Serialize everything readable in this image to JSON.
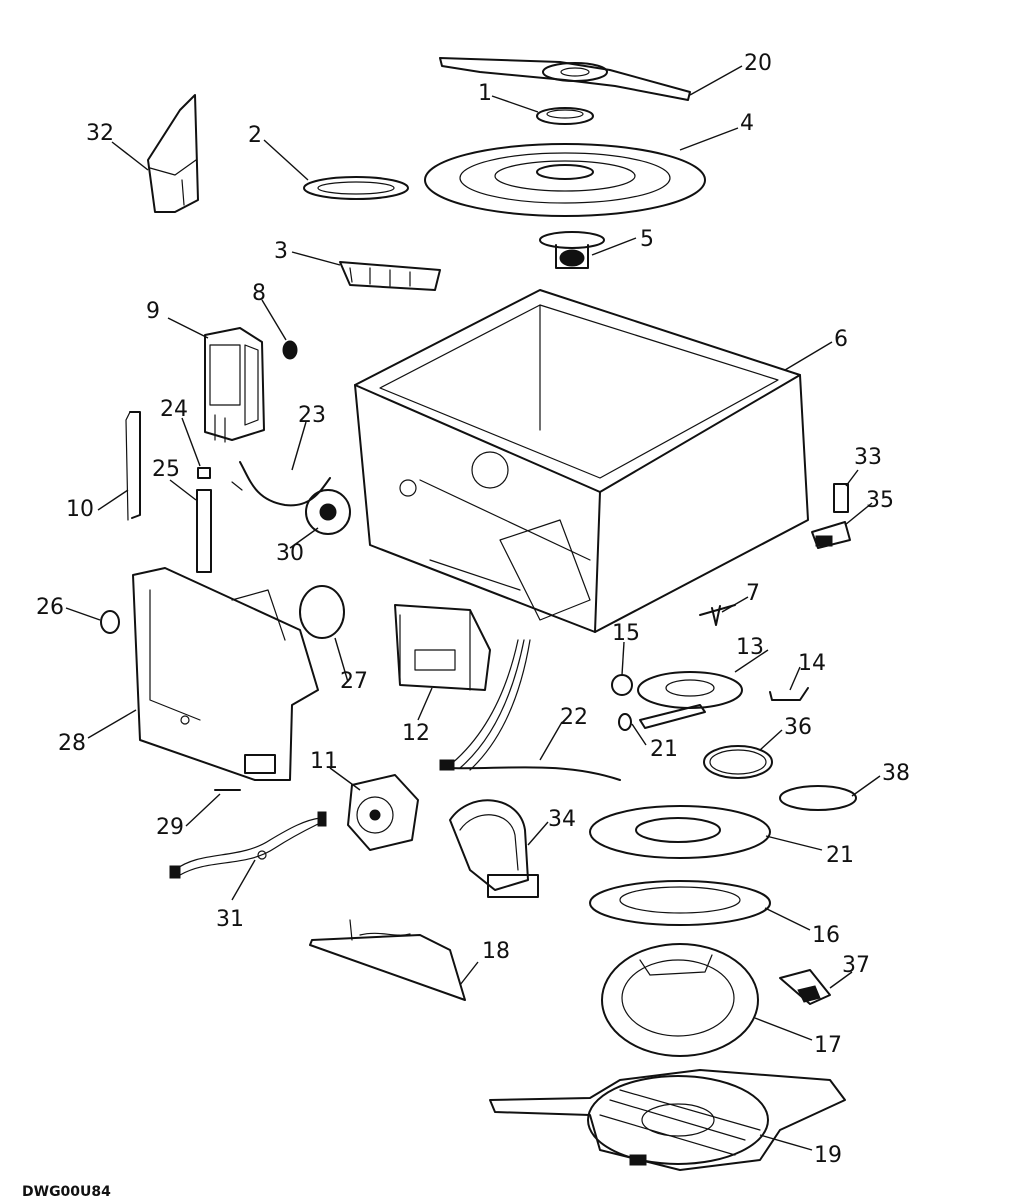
{
  "drawing_id": "DWG00U84",
  "callouts": [
    {
      "id": "20",
      "text": "20"
    },
    {
      "id": "1",
      "text": "1"
    },
    {
      "id": "4",
      "text": "4"
    },
    {
      "id": "32",
      "text": "32"
    },
    {
      "id": "2",
      "text": "2"
    },
    {
      "id": "5",
      "text": "5"
    },
    {
      "id": "3",
      "text": "3"
    },
    {
      "id": "8",
      "text": "8"
    },
    {
      "id": "9",
      "text": "9"
    },
    {
      "id": "6",
      "text": "6"
    },
    {
      "id": "24",
      "text": "24"
    },
    {
      "id": "23",
      "text": "23"
    },
    {
      "id": "25",
      "text": "25"
    },
    {
      "id": "10",
      "text": "10"
    },
    {
      "id": "33",
      "text": "33"
    },
    {
      "id": "35",
      "text": "35"
    },
    {
      "id": "30",
      "text": "30"
    },
    {
      "id": "26",
      "text": "26"
    },
    {
      "id": "7",
      "text": "7"
    },
    {
      "id": "15",
      "text": "15"
    },
    {
      "id": "13",
      "text": "13"
    },
    {
      "id": "14",
      "text": "14"
    },
    {
      "id": "27",
      "text": "27"
    },
    {
      "id": "28",
      "text": "28"
    },
    {
      "id": "12",
      "text": "12"
    },
    {
      "id": "22",
      "text": "22"
    },
    {
      "id": "21a",
      "text": "21"
    },
    {
      "id": "36",
      "text": "36"
    },
    {
      "id": "11",
      "text": "11"
    },
    {
      "id": "38",
      "text": "38"
    },
    {
      "id": "29",
      "text": "29"
    },
    {
      "id": "34",
      "text": "34"
    },
    {
      "id": "21b",
      "text": "21"
    },
    {
      "id": "31",
      "text": "31"
    },
    {
      "id": "16",
      "text": "16"
    },
    {
      "id": "18",
      "text": "18"
    },
    {
      "id": "37",
      "text": "37"
    },
    {
      "id": "17",
      "text": "17"
    },
    {
      "id": "19",
      "text": "19"
    }
  ]
}
